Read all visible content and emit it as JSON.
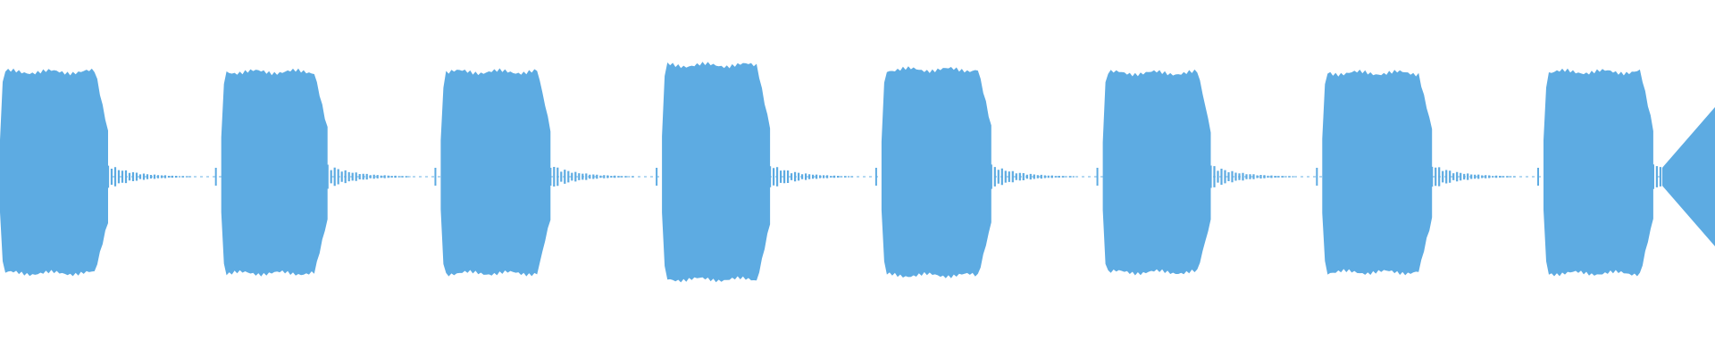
{
  "waveform": {
    "wave_color": "#5dabe2",
    "background_color": "#ffffff",
    "bursts": [
      {
        "start": 0.0,
        "end": 0.063,
        "amplitude": 0.94
      },
      {
        "start": 0.129,
        "end": 0.191,
        "amplitude": 0.94
      },
      {
        "start": 0.257,
        "end": 0.321,
        "amplitude": 0.94
      },
      {
        "start": 0.386,
        "end": 0.449,
        "amplitude": 1.0
      },
      {
        "start": 0.514,
        "end": 0.578,
        "amplitude": 0.96
      },
      {
        "start": 0.643,
        "end": 0.706,
        "amplitude": 0.93
      },
      {
        "start": 0.771,
        "end": 0.835,
        "amplitude": 0.93
      },
      {
        "start": 0.9,
        "end": 0.964,
        "amplitude": 0.94
      }
    ]
  }
}
